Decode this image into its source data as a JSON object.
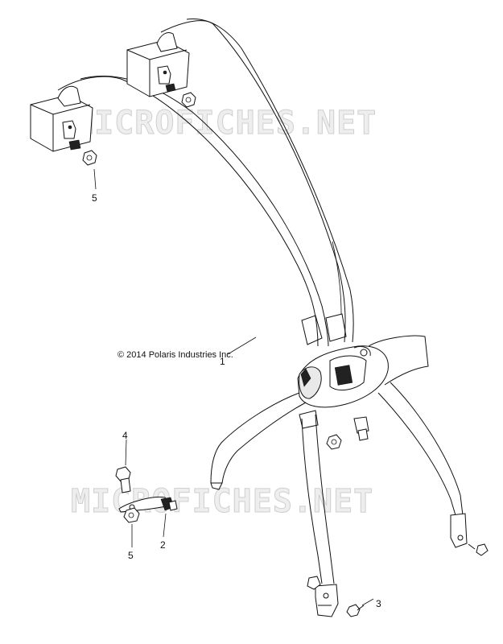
{
  "copyright": "© 2014 Polaris Industries Inc.",
  "watermarks": [
    "MICROFICHES.NET",
    "MICROFICHES.NET"
  ],
  "callouts": {
    "c1": "1",
    "c2": "2",
    "c3": "3",
    "c4": "4",
    "c5a": "5",
    "c5b": "5"
  }
}
